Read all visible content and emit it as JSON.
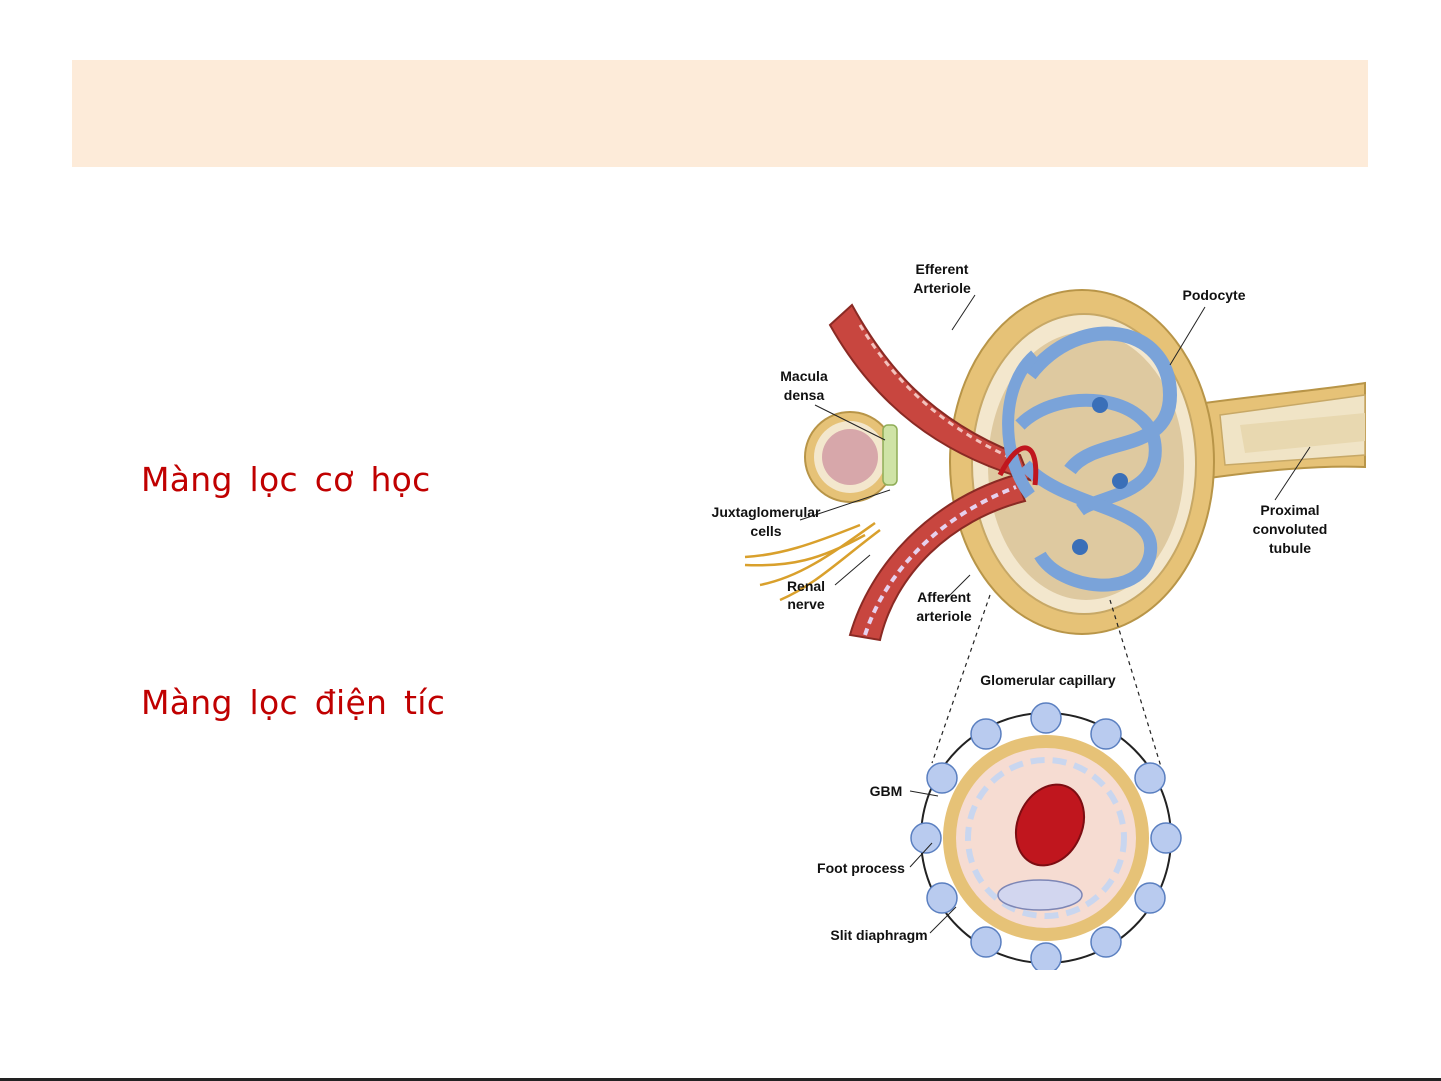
{
  "slide": {
    "bullets": [
      "Màng  lọc  cơ  học",
      "Màng  lọc  điện  tíc"
    ]
  },
  "figure": {
    "labels": {
      "efferent_1": "Efferent",
      "efferent_2": "Arteriole",
      "podocyte": "Podocyte",
      "macula_1": "Macula",
      "macula_2": "densa",
      "juxta_1": "Juxtaglomerular",
      "juxta_2": "cells",
      "renal_1": "Renal",
      "renal_2": "nerve",
      "afferent_1": "Afferent",
      "afferent_2": "arteriole",
      "proximal_1": "Proximal",
      "proximal_2": "convoluted",
      "proximal_3": "tubule",
      "glom_cap": "Glomerular capillary",
      "gbm": "GBM",
      "foot_process": "Foot process",
      "slit_diaphragm": "Slit diaphragm"
    }
  },
  "colors": {
    "title_band": "#fdebd9",
    "bullet_text": "#c00000",
    "capsule": "#e6c277",
    "capsule_inner": "#e3cfa6",
    "podocyte": "#7aa3d9",
    "arteriole": "#c8463f",
    "rbc": "#c0161e"
  }
}
